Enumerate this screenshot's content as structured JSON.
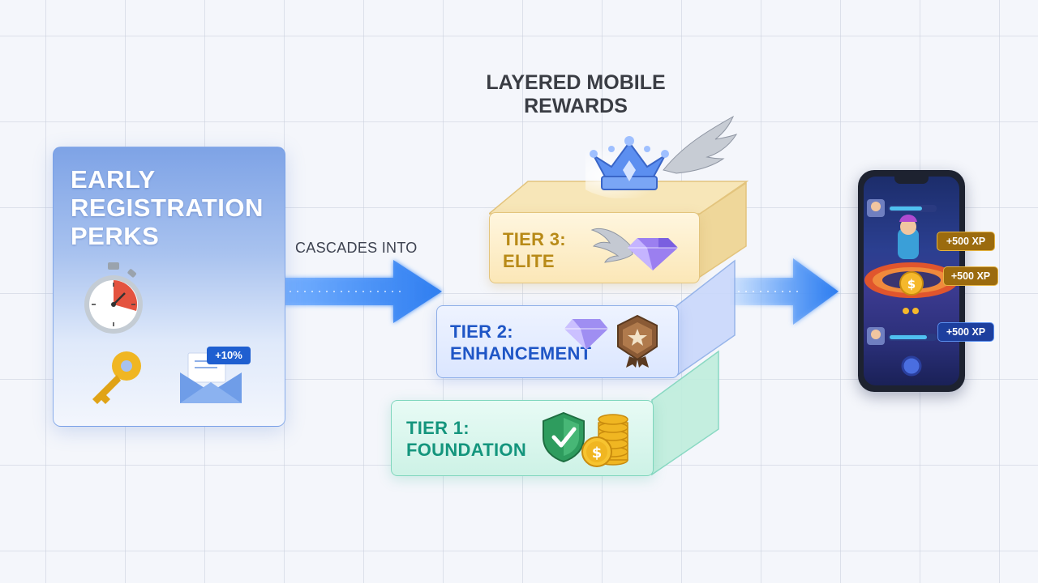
{
  "title": {
    "line1": "LAYERED MOBILE",
    "line2": "REWARDS"
  },
  "early_registration": {
    "title_line1": "EARLY",
    "title_line2": "REGISTRATION",
    "title_line3": "PERKS",
    "bonus_badge": "+10%",
    "icons": [
      "stopwatch-icon",
      "key-icon",
      "envelope-icon"
    ]
  },
  "flow_label": "CASCADES INTO",
  "tiers": [
    {
      "line1": "TIER 3:",
      "line2": "ELITE",
      "color": "#b88a17",
      "icons": [
        "wings-icon",
        "diamond-icon"
      ]
    },
    {
      "line1": "TIER 2:",
      "line2": "ENHANCEMENT",
      "color": "#1f56c6",
      "icons": [
        "diamond-icon",
        "star-medal-icon"
      ]
    },
    {
      "line1": "TIER 1:",
      "line2": "FOUNDATION",
      "color": "#14957d",
      "icons": [
        "shield-check-icon",
        "coin-stack-icon"
      ]
    }
  ],
  "crown_icon": "crown-with-wing-icon",
  "phone": {
    "xp_badges": [
      "+500 XP",
      "+500 XP",
      "+500 XP"
    ]
  },
  "colors": {
    "arrow_blue": "#3f8cf0",
    "panel_blue": "#7ea3e6",
    "tier3_gold": "#e3c47d",
    "tier2_blue": "#8eaee8",
    "tier1_teal": "#7fd6bd"
  }
}
